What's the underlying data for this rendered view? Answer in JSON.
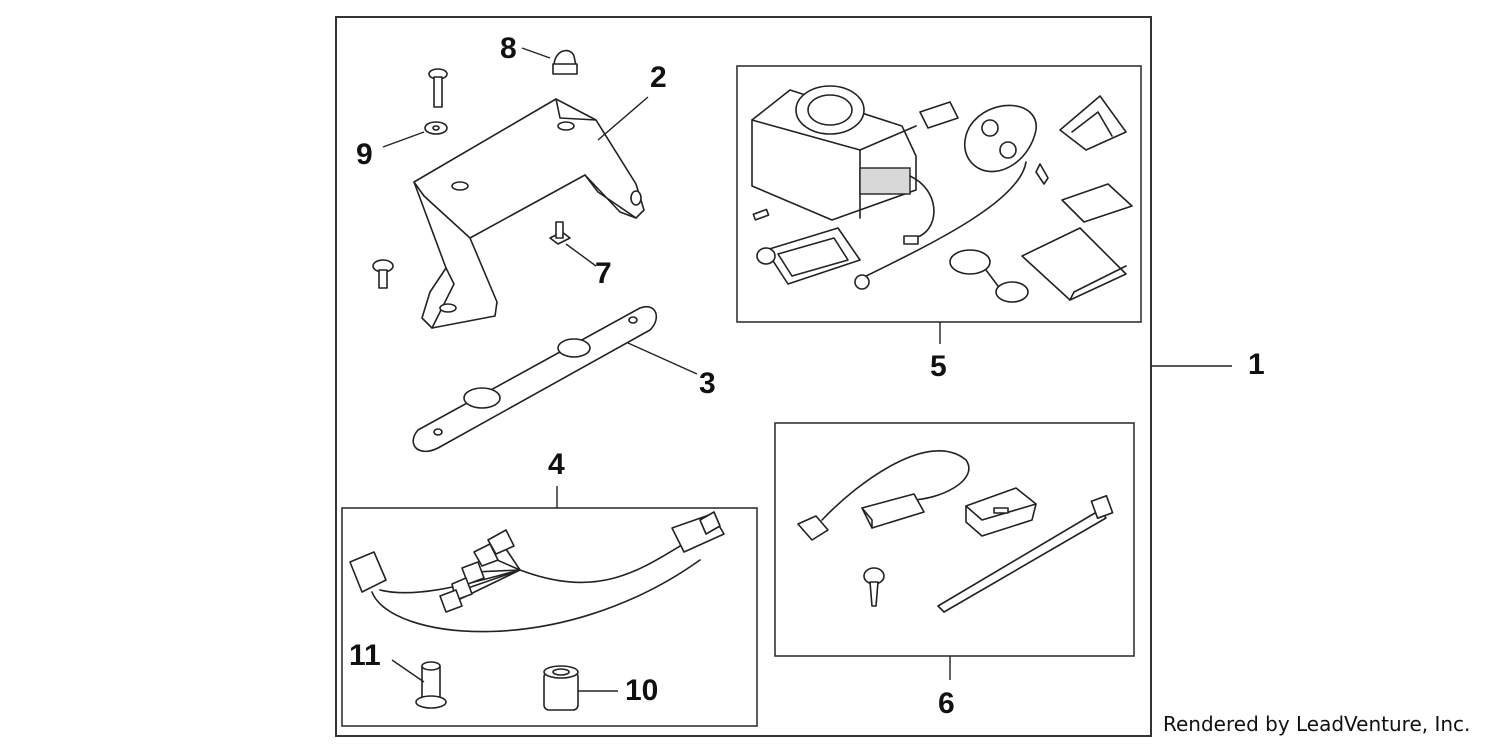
{
  "diagram": {
    "callouts": [
      "1",
      "2",
      "3",
      "4",
      "5",
      "6",
      "7",
      "8",
      "9",
      "10",
      "11"
    ],
    "credit": "Rendered by LeadVenture, Inc."
  }
}
